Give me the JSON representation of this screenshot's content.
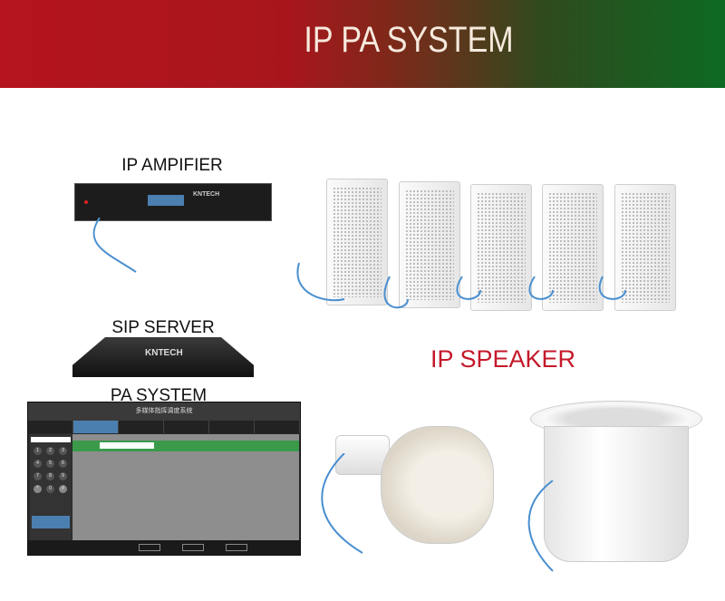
{
  "banner": {
    "title": "IP PA SYSTEM",
    "gradient_start": "#b5141c",
    "gradient_end": "#0d6a22"
  },
  "labels": {
    "amplifier": "IP AMPIFIER",
    "sip_server": "SIP SERVER",
    "pa_system": "PA SYSTEM",
    "speaker": "IP SPEAKER"
  },
  "speaker_label_color": "#c4192a",
  "brand": "KNTECH",
  "pa_screen": {
    "title": "多媒体指挥调度系统",
    "keys": [
      "1",
      "2",
      "3",
      "4",
      "5",
      "6",
      "7",
      "8",
      "9",
      "*",
      "0",
      "#"
    ]
  }
}
